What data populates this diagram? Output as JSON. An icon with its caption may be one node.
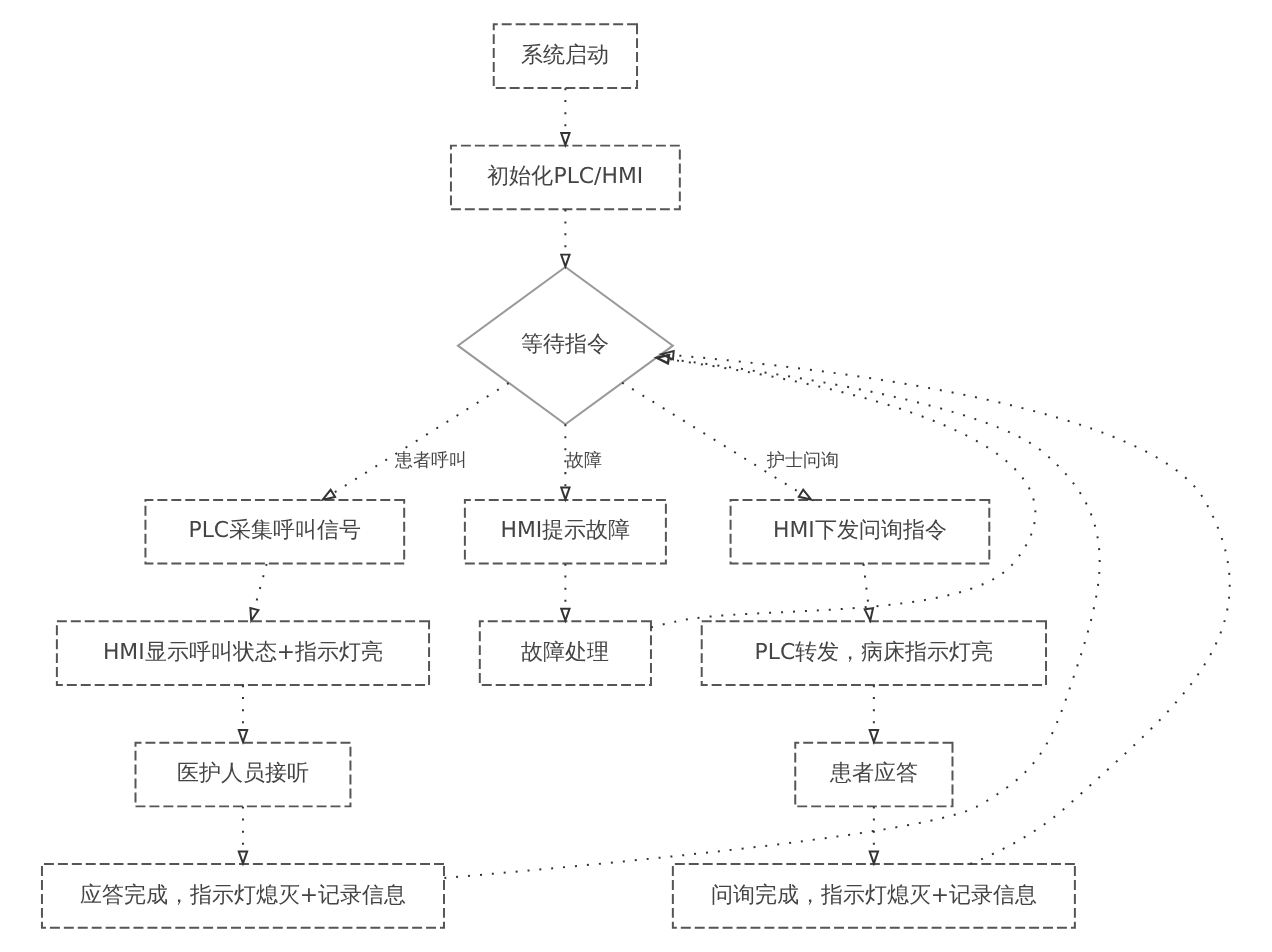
{
  "diagram": {
    "nodes": [
      {
        "text": [
          "系统启动"
        ]
      },
      {
        "text": [
          "初始化PLC/HMI"
        ]
      },
      {
        "text": [
          "等待指令"
        ]
      },
      {
        "text": [
          "PLC采集呼叫信号"
        ]
      },
      {
        "text": [
          "HMI提示故障"
        ]
      },
      {
        "text": [
          "HMI下发问询指令"
        ]
      },
      {
        "text": [
          "HMI显示呼叫状态+指示灯亮"
        ]
      },
      {
        "text": [
          "故障处理"
        ]
      },
      {
        "text": [
          "PLC转发，病床指示灯亮"
        ]
      },
      {
        "text": [
          "医护人员接听"
        ]
      },
      {
        "text": [
          "患者应答"
        ]
      },
      {
        "text": [
          "应答完成，指示灯熄灭+记录信息"
        ]
      },
      {
        "text": [
          "问询完成，指示灯熄灭+记录信息"
        ]
      }
    ],
    "edges": [
      {
        "from": 0,
        "to": 1,
        "arrow": "to"
      },
      {
        "from": 1,
        "to": 2,
        "arrow": "to"
      },
      {
        "from": 2,
        "to": 3,
        "arrow": "to",
        "label": "患者呼叫"
      },
      {
        "from": 2,
        "to": 4,
        "arrow": "to",
        "label": "故障"
      },
      {
        "from": 2,
        "to": 5,
        "arrow": "to",
        "label": "护士问询"
      },
      {
        "from": 3,
        "to": 6,
        "arrow": "to"
      },
      {
        "from": 6,
        "to": 9,
        "arrow": "to"
      },
      {
        "from": 9,
        "to": 11,
        "arrow": "to"
      },
      {
        "from": 11,
        "to": 2,
        "arrow": "to"
      },
      {
        "from": 4,
        "to": 7,
        "arrow": "to"
      },
      {
        "from": 7,
        "to": 2,
        "arrow": "to"
      },
      {
        "from": 5,
        "to": 8,
        "arrow": "to"
      },
      {
        "from": 8,
        "to": 10,
        "arrow": "to"
      },
      {
        "from": 10,
        "to": 12,
        "arrow": "to"
      },
      {
        "from": 12,
        "to": 2,
        "arrow": "to"
      }
    ]
  }
}
